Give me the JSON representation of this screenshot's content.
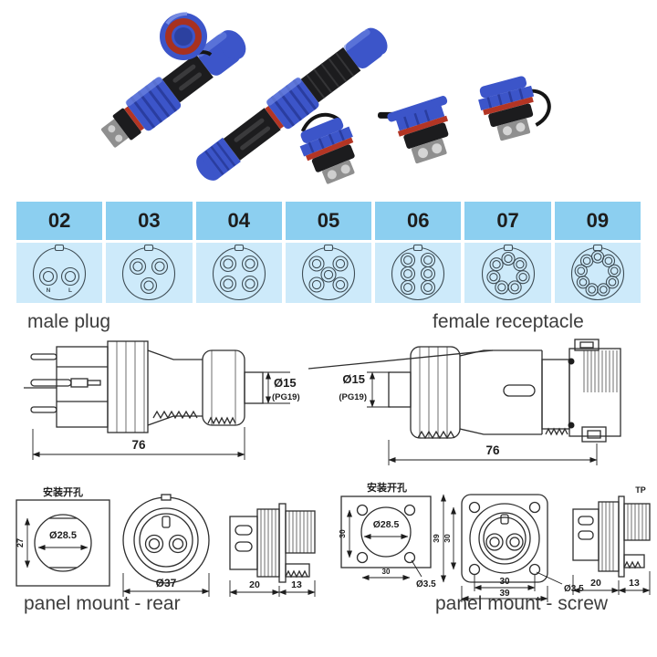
{
  "colors": {
    "table_header_bg": "#8ccff0",
    "table_body_bg": "#cdeafa",
    "connector_blue": "#3c55c9",
    "connector_black": "#1c1c1e",
    "seal_red": "#b33524",
    "drawing_line": "#2e2e2e"
  },
  "pin_table": {
    "columns": [
      {
        "size": "02",
        "pins": 2
      },
      {
        "size": "03",
        "pins": 3
      },
      {
        "size": "04",
        "pins": 4
      },
      {
        "size": "05",
        "pins": 5
      },
      {
        "size": "06",
        "pins": 6
      },
      {
        "size": "07",
        "pins": 7
      },
      {
        "size": "09",
        "pins": 9
      }
    ],
    "pin2_labels": [
      "N",
      "L"
    ]
  },
  "sections": {
    "male_plug": {
      "label": "male plug",
      "length": "76",
      "diameter": "Ø15",
      "thread": "(PG19)"
    },
    "female_receptacle": {
      "label": "female receptacle",
      "length": "76",
      "diameter": "Ø15",
      "thread": "(PG19)"
    },
    "panel_mount_rear": {
      "label": "panel mount - rear",
      "cutout_label": "安装开孔",
      "cutout_hole": "Ø28.5",
      "cutout_flat": "27",
      "front_diameter": "Ø37",
      "depth_rear": "20",
      "depth_front": "13"
    },
    "panel_mount_screw": {
      "label": "panel mount - screw",
      "cutout_label": "安装开孔",
      "cutout_hole": "Ø28.5",
      "cutout_pitch_v": "30",
      "cutout_pitch_h": "30",
      "cutout_screw_hole": "Ø3.5",
      "flange_height": "39",
      "hole_pitch_v": "30",
      "hole_pitch_h": "30",
      "flange_width": "39",
      "flange_screw_hole": "Ø3.5",
      "tp": "TP",
      "depth_rear": "20",
      "depth_front": "13"
    }
  }
}
